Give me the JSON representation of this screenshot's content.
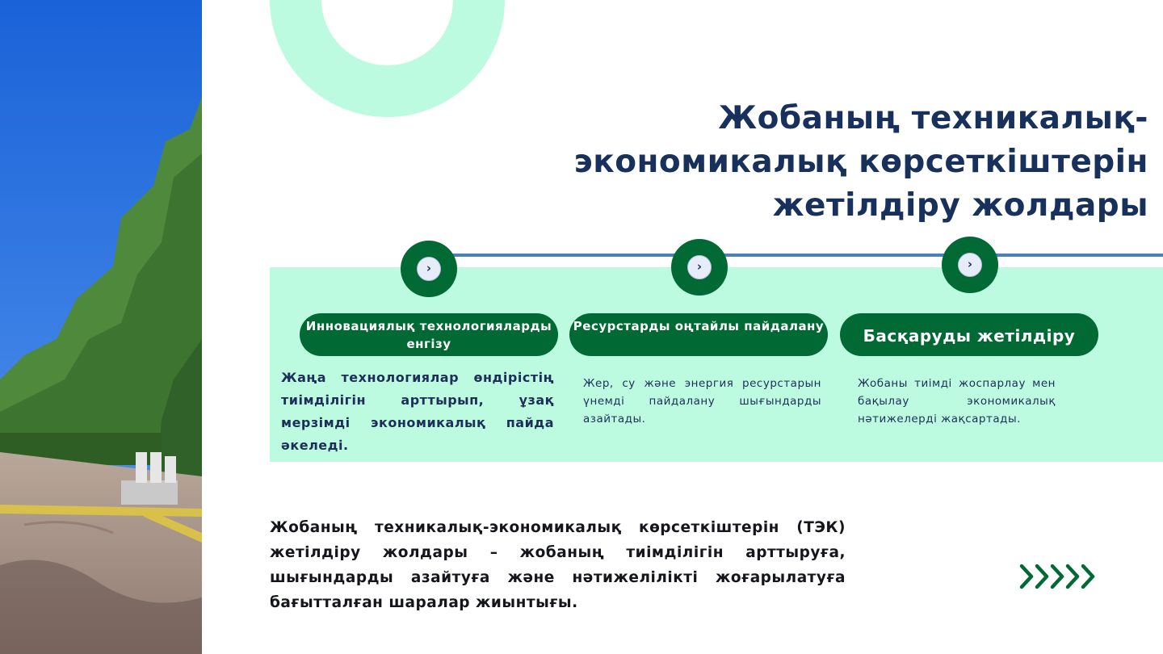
{
  "title": "Жобаның техникалық-экономикалық көрсеткіштерін жетілдіру жолдары",
  "colors": {
    "accent_green": "#006934",
    "mint": "#bdfbe0",
    "title_navy": "#17305c",
    "line_blue": "#4d7fbf"
  },
  "steps": [
    {
      "icon": "chevron-right-icon",
      "arrow": "›",
      "label": "Инновациялық технологияларды енгізу",
      "description": "Жаңа технологиялар өндірістің тиімділігін арттырып, ұзақ мерзімді экономикалық пайда әкеледі."
    },
    {
      "icon": "chevron-right-icon",
      "arrow": "›",
      "label": "Ресурстарды оңтайлы пайдалану",
      "description": "Жер, су және энергия ресурстарын үнемді пайдалану шығындарды азайтады."
    },
    {
      "icon": "chevron-right-icon",
      "arrow": "›",
      "label": "Басқаруды жетілдіру",
      "description": "Жобаны тиімді жоспарлау мен бақылау экономикалық нәтижелерді жақсартады."
    }
  ],
  "summary": "Жобаның техникалық-экономикалық көрсеткіштерін (ТЭК) жетілдіру жолдары – жобаның тиімділігін арттыруға, шығындарды азайтуға және нәтижелілікті жоғарылатуға бағытталған шаралар жиынтығы.",
  "decor": {
    "photo": "park-alley-photo",
    "ring": "mint-ring",
    "chevrons_icon": "chevron-row-icon"
  }
}
